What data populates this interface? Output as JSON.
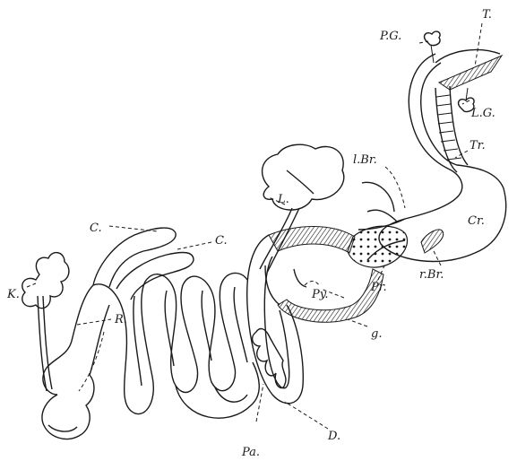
{
  "labels": {
    "PG": "P.G.",
    "T": "T.",
    "LG": "L.G.",
    "Tr": "Tr.",
    "lBr": "l.Br.",
    "Cr": "Cr.",
    "L": "L.",
    "C1": "C.",
    "C2": "C.",
    "K": "K.",
    "R": "R.",
    "Py": "Py.",
    "Pr": "Pr.",
    "rBr": "r.Br.",
    "g": "g.",
    "D": "D.",
    "Pa": "Pa."
  }
}
